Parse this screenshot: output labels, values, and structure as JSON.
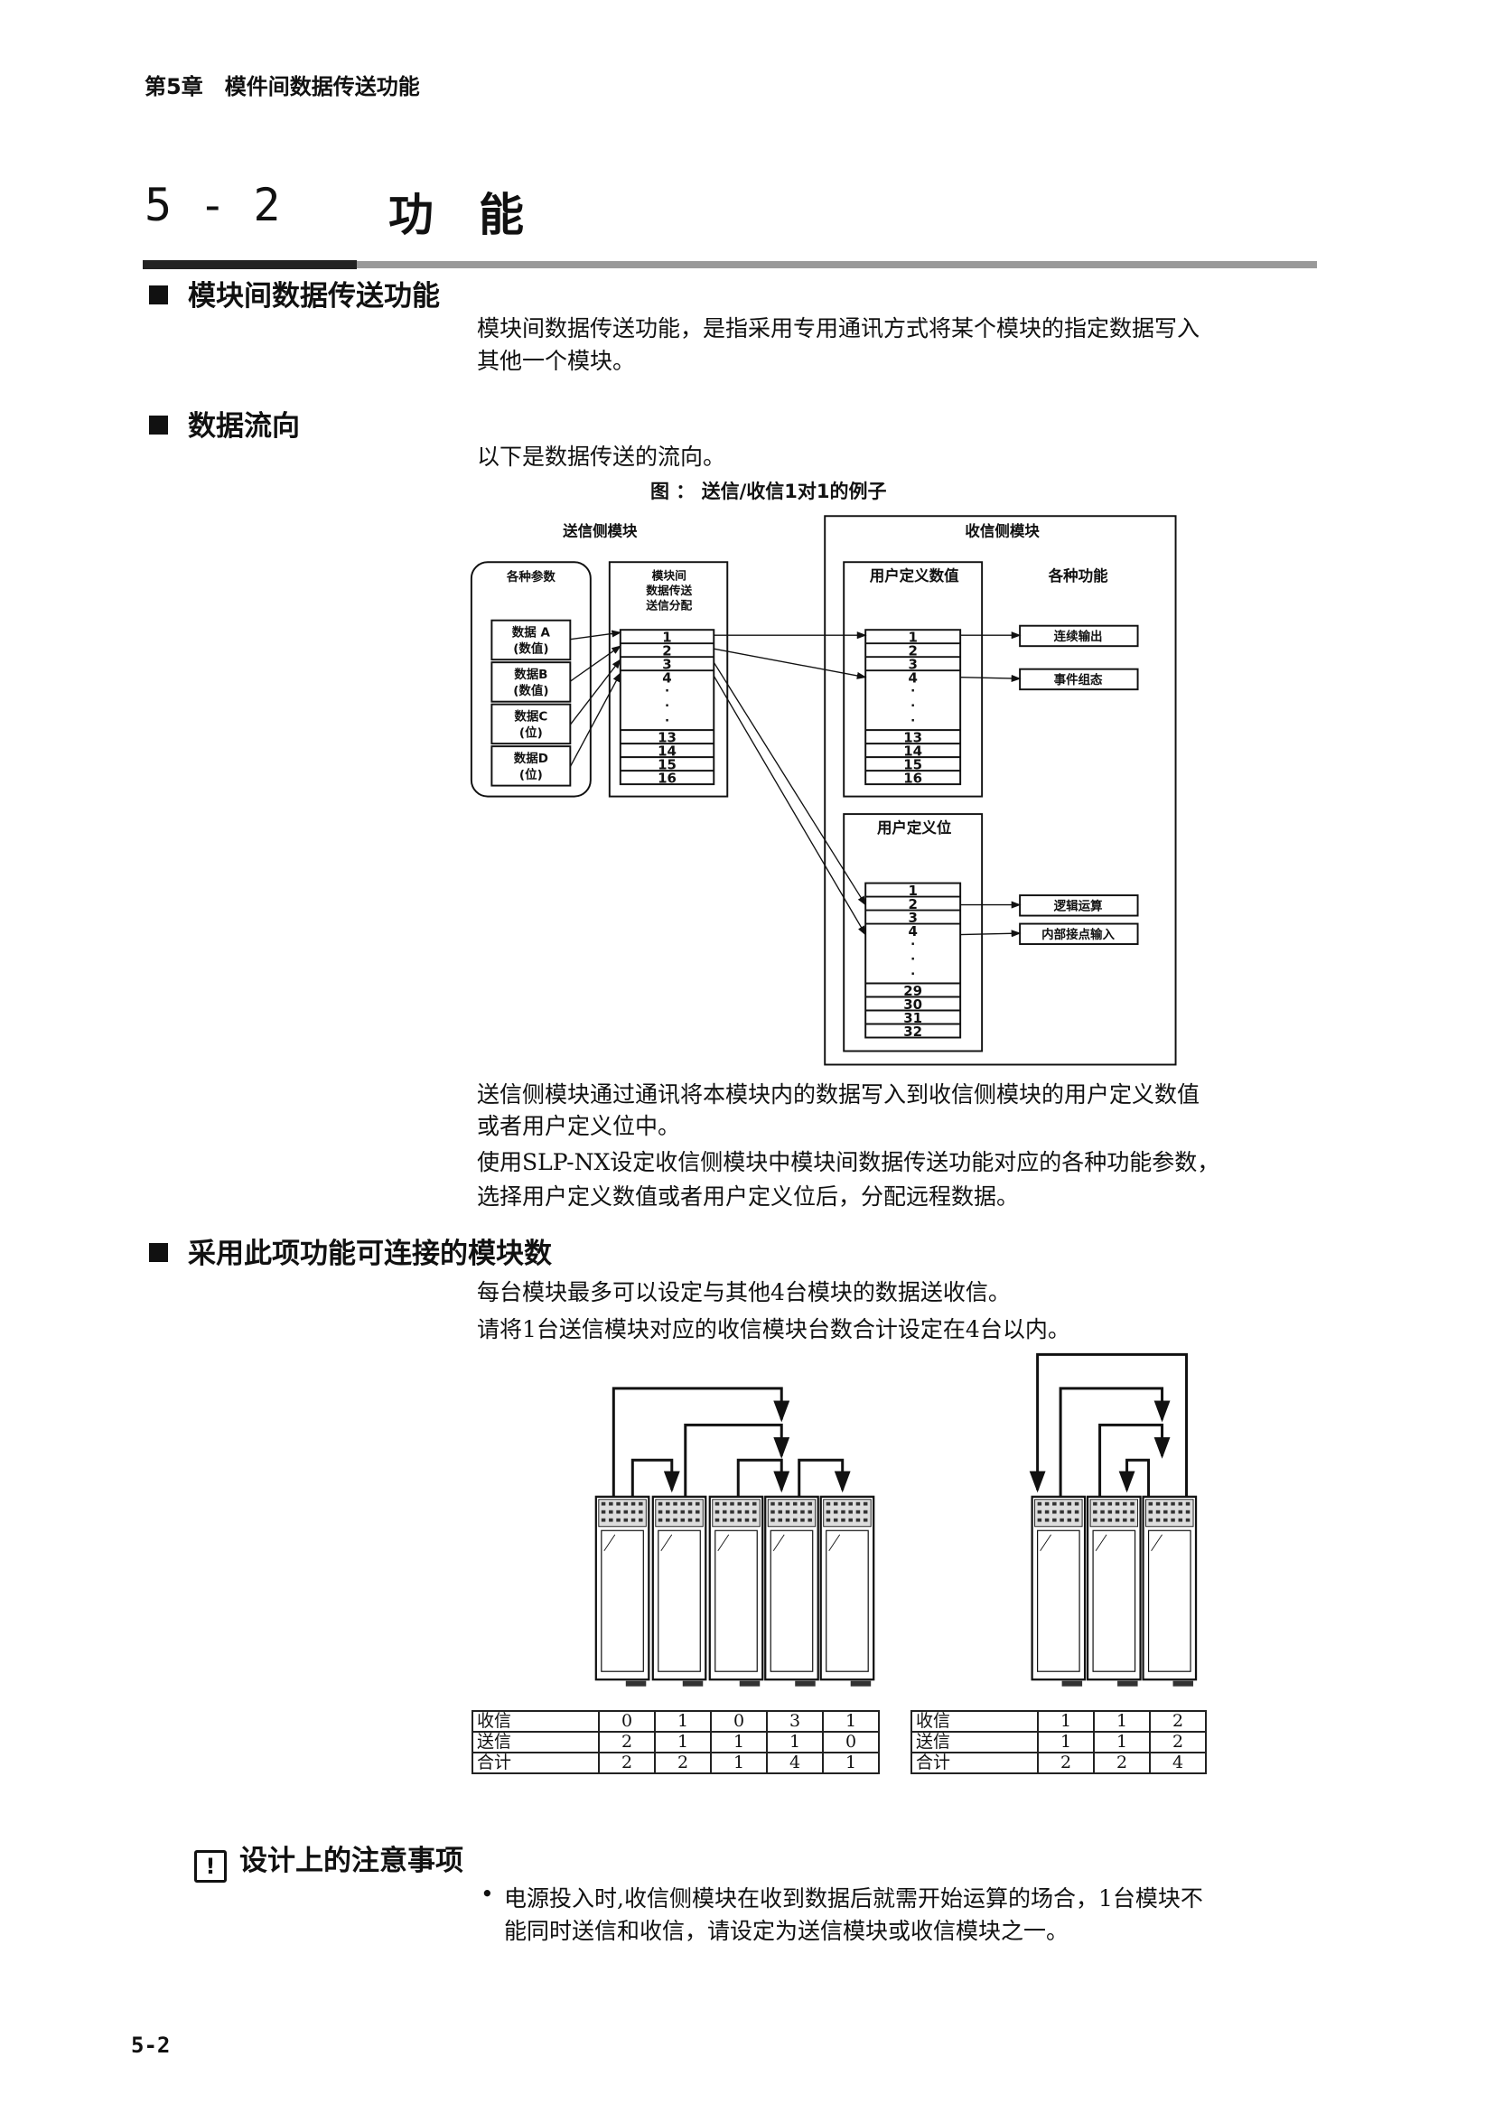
{
  "header": {
    "chapter": "第5章　模件间数据传送功能"
  },
  "title": {
    "number": "5 - 2",
    "text": "功　能"
  },
  "sections": [
    {
      "heading": "模块间数据传送功能",
      "lines": [
        "模块间数据传送功能，是指采用专用通讯方式将某个模块的指定数据写入",
        "其他一个模块。"
      ]
    },
    {
      "heading": "数据流向",
      "lines": [
        "以下是数据传送的流向。"
      ],
      "after_lines": [
        "送信侧模块通过通讯将本模块内的数据写入到收信侧模块的用户定义数值",
        "或者用户定义位中。",
        "使用SLP-NX设定收信侧模块中模块间数据传送功能对应的各种功能参数，",
        "选择用户定义数值或者用户定义位后，分配远程数据。"
      ]
    },
    {
      "heading": "采用此项功能可连接的模块数",
      "lines": [
        "每台模块最多可以设定与其他4台模块的数据送收信。",
        "请将1台送信模块对应的收信模块台数合计设定在4台以内。"
      ]
    }
  ],
  "figure": {
    "caption": "图 ： 送信/收信1对1的例子",
    "sender_title": "送信侧模块",
    "receiver_title": "收信侧模块",
    "params_title": "各种参数",
    "params": [
      [
        "数据 A",
        "(数值)"
      ],
      [
        "数据B",
        "(数值)"
      ],
      [
        "数据C",
        "(位)"
      ],
      [
        "数据D",
        "(位)"
      ]
    ],
    "alloc_title": [
      "模块间",
      "数据传送",
      "送信分配"
    ],
    "slots16": [
      "1",
      "2",
      "3",
      "4",
      "13",
      "14",
      "15",
      "16"
    ],
    "slots32": [
      "1",
      "2",
      "3",
      "4",
      "29",
      "30",
      "31",
      "32"
    ],
    "dots": "·",
    "user_value_title": "用户定义数值",
    "user_bit_title": "用户定义位",
    "functions_title": "各种功能",
    "functions": [
      "连续输出",
      "事件组态",
      "逻辑运算",
      "内部接点输入"
    ]
  },
  "tables": [
    {
      "rows": [
        {
          "label": "收信",
          "values": [
            "0",
            "1",
            "0",
            "3",
            "1"
          ]
        },
        {
          "label": "送信",
          "values": [
            "2",
            "1",
            "1",
            "1",
            "0"
          ]
        },
        {
          "label": "合计",
          "values": [
            "2",
            "2",
            "1",
            "4",
            "1"
          ]
        }
      ]
    },
    {
      "rows": [
        {
          "label": "收信",
          "values": [
            "1",
            "1",
            "2"
          ]
        },
        {
          "label": "送信",
          "values": [
            "1",
            "1",
            "2"
          ]
        },
        {
          "label": "合计",
          "values": [
            "2",
            "2",
            "4"
          ]
        }
      ]
    }
  ],
  "caution": {
    "icon": "exclamation-icon",
    "symbol": "!",
    "heading": "设计上的注意事项",
    "bullet": "•",
    "lines": [
      "电源投入时,收信侧模块在收到数据后就需开始运算的场合，1台模块不",
      "能同时送信和收信，请设定为送信模块或收信模块之一。"
    ]
  },
  "footer": {
    "page": "5-2"
  }
}
